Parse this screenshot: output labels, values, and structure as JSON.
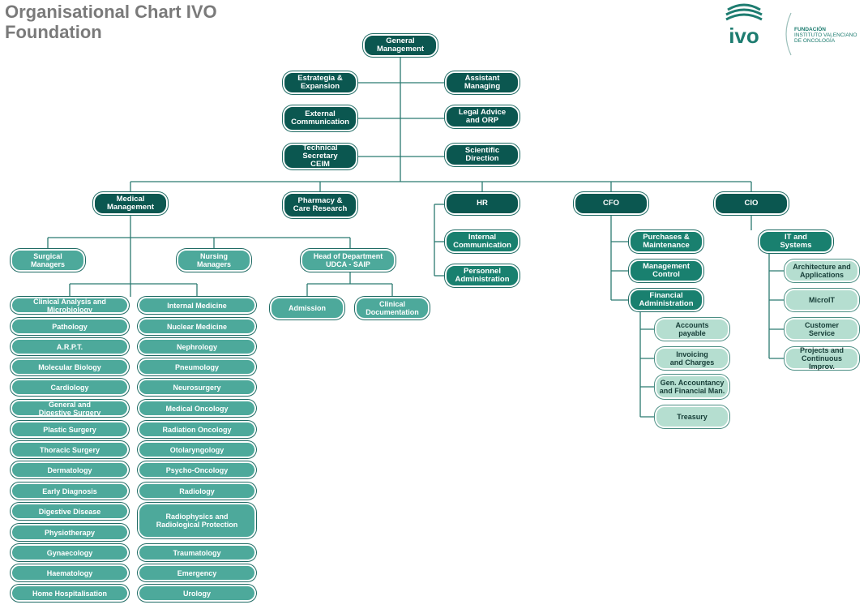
{
  "title_line1": "Organisational Chart IVO",
  "title_line2": "Foundation",
  "logo": {
    "mark": "ivo",
    "foundation": "FUNDACIÓN",
    "line1": "INSTITUTO VALENCIANO",
    "line2": "DE ONCOLOGÍA"
  },
  "nodes": {
    "general": [
      "General",
      "Management"
    ],
    "estrategia": [
      "Estrategia &",
      "Expansion"
    ],
    "assistant": [
      "Assistant",
      "Managing"
    ],
    "external": [
      "External",
      "Communication"
    ],
    "legal": [
      "Legal Advice",
      "and ORP"
    ],
    "technical": [
      "Technical Secretary",
      "CEIM"
    ],
    "scientific": [
      "Scientific",
      "Direction"
    ],
    "medical": [
      "Medical",
      "Management"
    ],
    "pharmacy": [
      "Pharmacy &",
      "Care Research"
    ],
    "hr": [
      "HR"
    ],
    "cfo": [
      "CFO"
    ],
    "cio": [
      "CIO"
    ],
    "surgical": [
      "Surgical",
      "Managers"
    ],
    "nursing": [
      "Nursing",
      "Managers"
    ],
    "head": [
      "Head of Department",
      "UDCA - SAIP"
    ],
    "admission": [
      "Admission"
    ],
    "clinical_doc": [
      "Clinical",
      "Documentation"
    ],
    "internal_comm": [
      "Internal",
      "Communication"
    ],
    "personnel": [
      "Personnel",
      "Administration"
    ],
    "purchases": [
      "Purchases &",
      "Maintenance"
    ],
    "mgmt_control": [
      "Management",
      "Control"
    ],
    "financial": [
      "Financial",
      "Administration"
    ],
    "accounts": [
      "Accounts",
      "payable"
    ],
    "invoicing": [
      "Invoicing",
      "and Charges"
    ],
    "gen_accountancy": [
      "Gen. Accountancy",
      "and Financial Man."
    ],
    "treasury": [
      "Treasury"
    ],
    "it_systems": [
      "IT and",
      "Systems"
    ],
    "architecture": [
      "Architecture and",
      "Applications"
    ],
    "microit": [
      "MicroIT"
    ],
    "customer": [
      "Customer",
      "Service"
    ],
    "projects": [
      "Projects and",
      "Continuous Improv."
    ],
    "c1_0": [
      "Clinical Analysis and Microbiology"
    ],
    "c1_1": [
      "Pathology"
    ],
    "c1_2": [
      "A.R.P.T."
    ],
    "c1_3": [
      "Molecular Biology"
    ],
    "c1_4": [
      "Cardiology"
    ],
    "c1_5": [
      "General and",
      "Digestive Surgery"
    ],
    "c1_6": [
      "Plastic Surgery"
    ],
    "c1_7": [
      "Thoracic Surgery"
    ],
    "c1_8": [
      "Dermatology"
    ],
    "c1_9": [
      "Early Diagnosis"
    ],
    "c1_10": [
      "Digestive Disease"
    ],
    "c1_11": [
      "Physiotherapy"
    ],
    "c1_12": [
      "Gynaecology"
    ],
    "c1_13": [
      "Haematology"
    ],
    "c1_14": [
      "Home Hospitalisation"
    ],
    "c2_0": [
      "Internal Medicine"
    ],
    "c2_1": [
      "Nuclear Medicine"
    ],
    "c2_2": [
      "Nephrology"
    ],
    "c2_3": [
      "Pneumology"
    ],
    "c2_4": [
      "Neurosurgery"
    ],
    "c2_5": [
      "Medical Oncology"
    ],
    "c2_6": [
      "Radiation Oncology"
    ],
    "c2_7": [
      "Otolaryngology"
    ],
    "c2_8": [
      "Psycho-Oncology"
    ],
    "c2_9": [
      "Radiology"
    ],
    "c2_10": [
      "Radiophysics and",
      "Radiological Protection"
    ],
    "c2_11": [
      "Traumatology"
    ],
    "c2_12": [
      "Emergency"
    ],
    "c2_13": [
      "Urology"
    ]
  },
  "colors": {
    "dark": "#0b5750",
    "mid": "#19806f",
    "medium": "#4da99b",
    "light": "#b5ded0",
    "line": "#2b7a70",
    "title": "#7a7a7a"
  }
}
